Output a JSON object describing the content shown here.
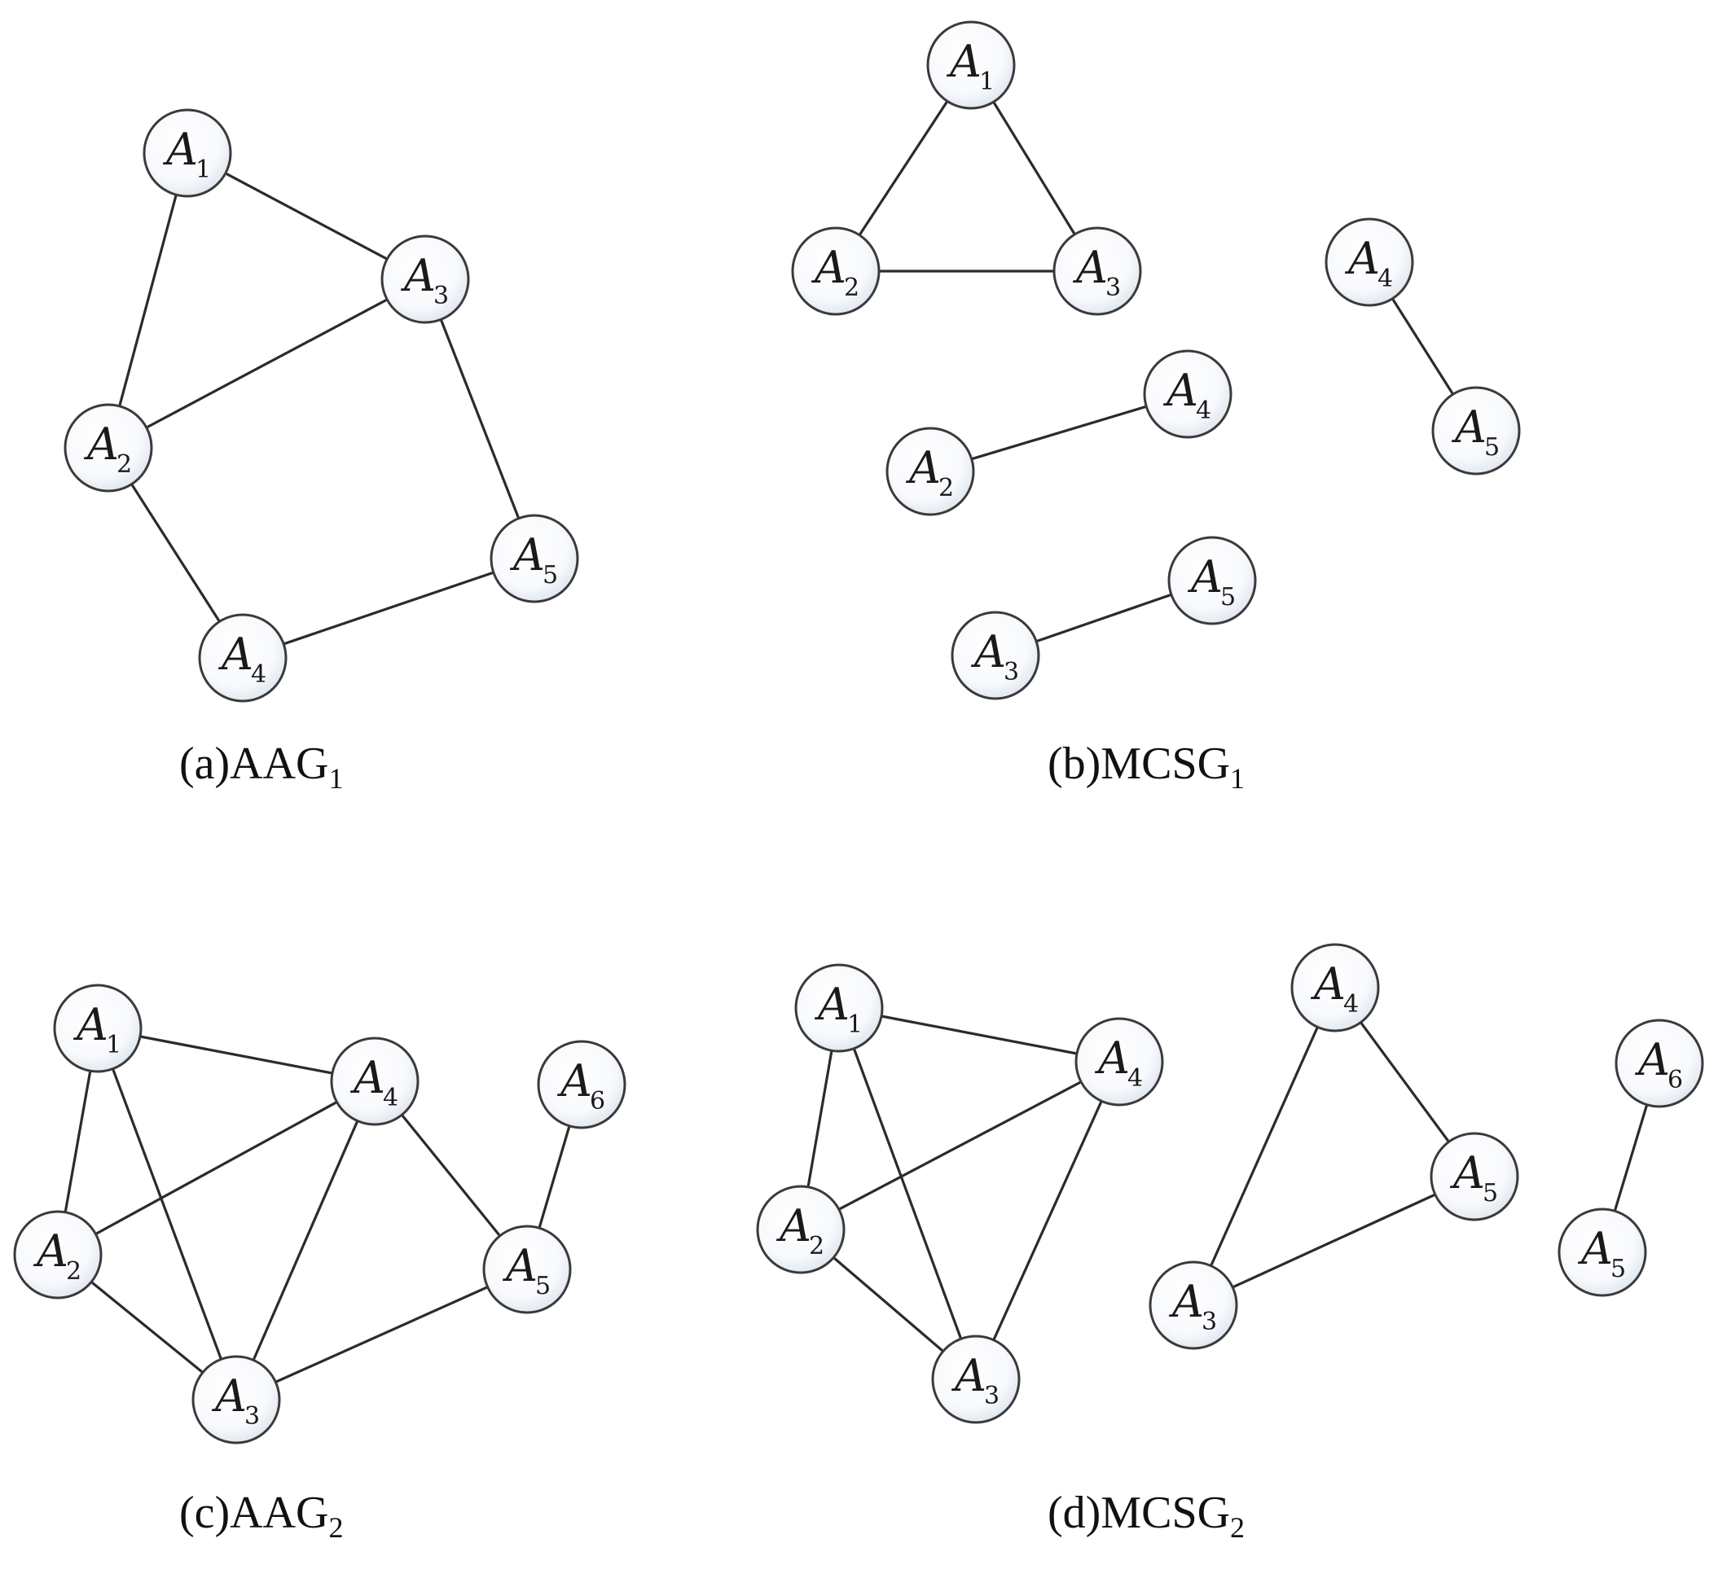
{
  "node_letter": "A",
  "panels": [
    {
      "id": "a",
      "caption": {
        "prefix": "(a)AAG",
        "subscript": "1"
      },
      "nodes": [
        {
          "id": "a-A1",
          "index": "1"
        },
        {
          "id": "a-A3",
          "index": "3"
        },
        {
          "id": "a-A2",
          "index": "2"
        },
        {
          "id": "a-A5",
          "index": "5"
        },
        {
          "id": "a-A4",
          "index": "4"
        }
      ],
      "edges": [
        [
          "a-A1",
          "a-A3"
        ],
        [
          "a-A1",
          "a-A2"
        ],
        [
          "a-A2",
          "a-A3"
        ],
        [
          "a-A3",
          "a-A5"
        ],
        [
          "a-A2",
          "a-A4"
        ],
        [
          "a-A4",
          "a-A5"
        ]
      ]
    },
    {
      "id": "b",
      "caption": {
        "prefix": "(b)MCSG",
        "subscript": "1"
      },
      "nodes": [
        {
          "id": "b-A1",
          "index": "1"
        },
        {
          "id": "b-A2",
          "index": "2"
        },
        {
          "id": "b-A3",
          "index": "3"
        },
        {
          "id": "b-A4a",
          "index": "4"
        },
        {
          "id": "b-A5a",
          "index": "5"
        },
        {
          "id": "b-A4b",
          "index": "4"
        },
        {
          "id": "b-A2b",
          "index": "2"
        },
        {
          "id": "b-A5b",
          "index": "5"
        },
        {
          "id": "b-A3b",
          "index": "3"
        }
      ],
      "edges": [
        [
          "b-A1",
          "b-A2"
        ],
        [
          "b-A1",
          "b-A3"
        ],
        [
          "b-A2",
          "b-A3"
        ],
        [
          "b-A4a",
          "b-A5a"
        ],
        [
          "b-A2b",
          "b-A4b"
        ],
        [
          "b-A3b",
          "b-A5b"
        ]
      ]
    },
    {
      "id": "c",
      "caption": {
        "prefix": "(c)AAG",
        "subscript": "2"
      },
      "nodes": [
        {
          "id": "c-A1",
          "index": "1"
        },
        {
          "id": "c-A4",
          "index": "4"
        },
        {
          "id": "c-A6",
          "index": "6"
        },
        {
          "id": "c-A2",
          "index": "2"
        },
        {
          "id": "c-A5",
          "index": "5"
        },
        {
          "id": "c-A3",
          "index": "3"
        }
      ],
      "edges": [
        [
          "c-A1",
          "c-A2"
        ],
        [
          "c-A1",
          "c-A4"
        ],
        [
          "c-A1",
          "c-A3"
        ],
        [
          "c-A2",
          "c-A4"
        ],
        [
          "c-A2",
          "c-A3"
        ],
        [
          "c-A4",
          "c-A3"
        ],
        [
          "c-A4",
          "c-A5"
        ],
        [
          "c-A5",
          "c-A6"
        ],
        [
          "c-A3",
          "c-A5"
        ]
      ]
    },
    {
      "id": "d",
      "caption": {
        "prefix": "(d)MCSG",
        "subscript": "2"
      },
      "nodes": [
        {
          "id": "d-A1",
          "index": "1"
        },
        {
          "id": "d-A4",
          "index": "4"
        },
        {
          "id": "d-A2",
          "index": "2"
        },
        {
          "id": "d-A3",
          "index": "3"
        },
        {
          "id": "d-A4b",
          "index": "4"
        },
        {
          "id": "d-A5",
          "index": "5"
        },
        {
          "id": "d-A3b",
          "index": "3"
        },
        {
          "id": "d-A6",
          "index": "6"
        },
        {
          "id": "d-A5b",
          "index": "5"
        }
      ],
      "edges": [
        [
          "d-A1",
          "d-A4"
        ],
        [
          "d-A1",
          "d-A2"
        ],
        [
          "d-A1",
          "d-A3"
        ],
        [
          "d-A2",
          "d-A4"
        ],
        [
          "d-A2",
          "d-A3"
        ],
        [
          "d-A4",
          "d-A3"
        ],
        [
          "d-A4b",
          "d-A5"
        ],
        [
          "d-A4b",
          "d-A3b"
        ],
        [
          "d-A3b",
          "d-A5"
        ],
        [
          "d-A6",
          "d-A5b"
        ]
      ]
    }
  ]
}
